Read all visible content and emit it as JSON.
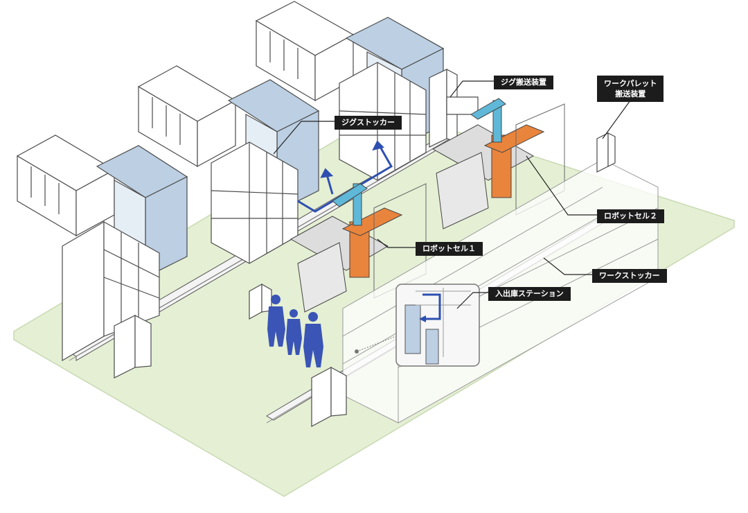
{
  "labels": {
    "jig_transfer": "ジグ搬送装置",
    "work_pallet_transfer_line1": "ワークパレット",
    "work_pallet_transfer_line2": "搬送装置",
    "jig_stocker": "ジグストッカー",
    "robot_cell_2": "ロボットセル２",
    "robot_cell_1": "ロボットセル１",
    "work_stocker": "ワークストッカー",
    "in_out_station": "入出庫ステーション"
  },
  "colors": {
    "floor": "#e4efd4",
    "floor_edge": "#c9d9b2",
    "machine_fill": "#ffffff",
    "machine_stroke": "#4a4a4a",
    "machine_blue": "#bccfe3",
    "robot_base": "#e9843c",
    "robot_arm": "#5fb8d8",
    "person": "#3a55b5",
    "flow_arrow": "#2e4fb0",
    "label_bg": "#1c1c1c",
    "label_text": "#ffffff"
  }
}
